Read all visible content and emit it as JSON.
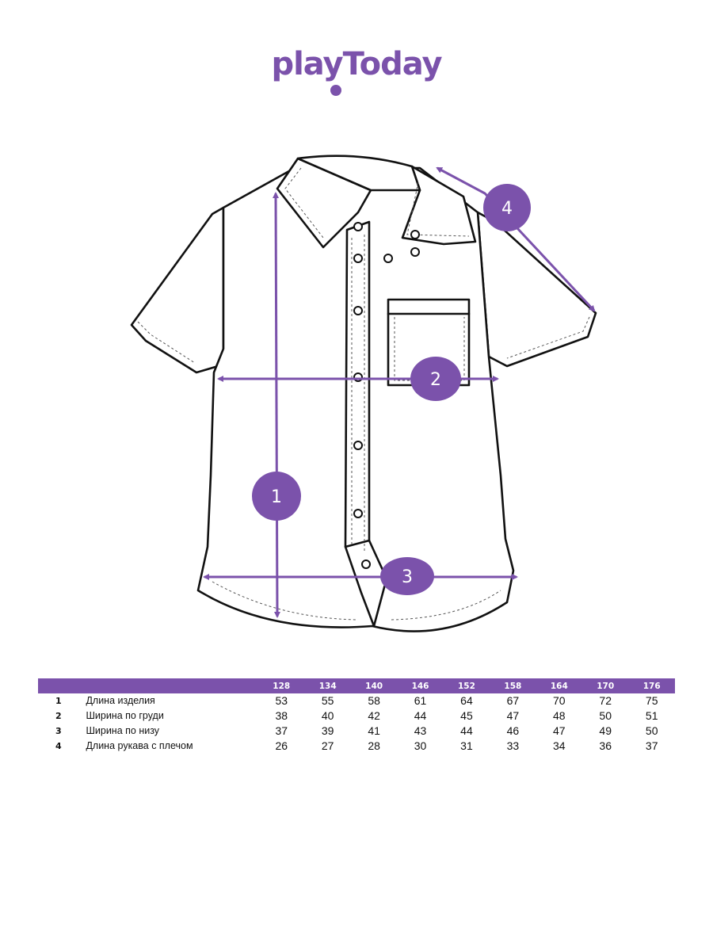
{
  "brand": {
    "name": "playToday",
    "color": "#7b52ab"
  },
  "diagram": {
    "marker_color": "#7b52ab",
    "markers": [
      {
        "id": "1",
        "label": "1"
      },
      {
        "id": "2",
        "label": "2"
      },
      {
        "id": "3",
        "label": "3"
      },
      {
        "id": "4",
        "label": "4"
      }
    ]
  },
  "size_table": {
    "header_color": "#7b52ab",
    "header": {
      "num": "",
      "label": "",
      "sizes": [
        "128",
        "134",
        "140",
        "146",
        "152",
        "158",
        "164",
        "170",
        "176"
      ]
    },
    "rows": [
      {
        "num": "1",
        "label": "Длина изделия",
        "values": [
          "53",
          "55",
          "58",
          "61",
          "64",
          "67",
          "70",
          "72",
          "75"
        ]
      },
      {
        "num": "2",
        "label": "Ширина по груди",
        "values": [
          "38",
          "40",
          "42",
          "44",
          "45",
          "47",
          "48",
          "50",
          "51"
        ]
      },
      {
        "num": "3",
        "label": "Ширина по низу",
        "values": [
          "37",
          "39",
          "41",
          "43",
          "44",
          "46",
          "47",
          "49",
          "50"
        ]
      },
      {
        "num": "4",
        "label": "Длина рукава с плечом",
        "values": [
          "26",
          "27",
          "28",
          "30",
          "31",
          "33",
          "34",
          "36",
          "37"
        ]
      }
    ]
  }
}
